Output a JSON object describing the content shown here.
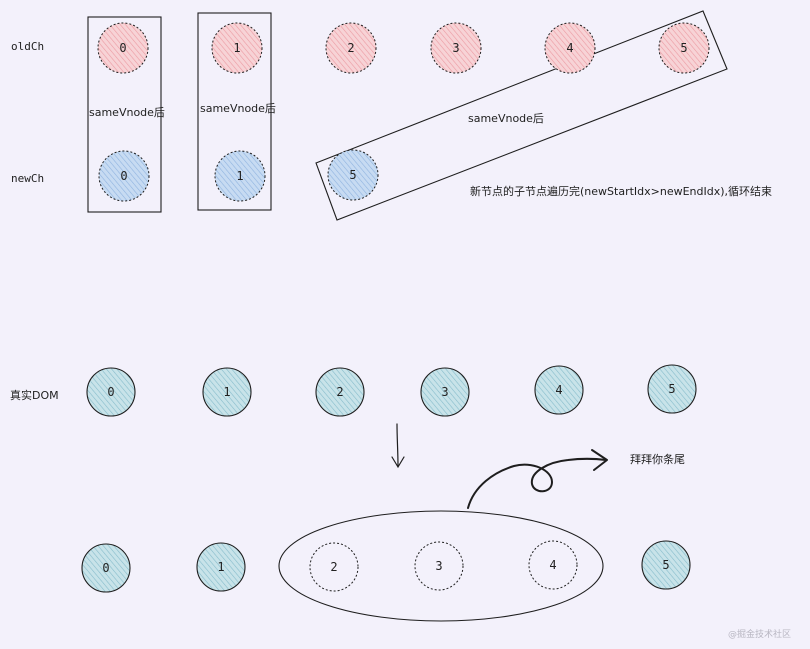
{
  "labels": {
    "old_ch": "oldCh",
    "new_ch": "newCh",
    "same_vnode_1": "sameVnode后",
    "same_vnode_2": "sameVnode后",
    "same_vnode_3": "sameVnode后",
    "loop_end_note": "新节点的子节点遍历完(newStartIdx>newEndIdx),循环结束",
    "real_dom": "真实DOM",
    "bye_tail": "拜拜你条尾",
    "watermark": "@掘金技术社区"
  },
  "old_nodes": [
    "0",
    "1",
    "2",
    "3",
    "4",
    "5"
  ],
  "new_nodes": [
    "0",
    "1",
    "5"
  ],
  "real_dom_nodes": [
    "0",
    "1",
    "2",
    "3",
    "4",
    "5"
  ],
  "result_nodes": [
    "0",
    "1",
    "2",
    "3",
    "4",
    "5"
  ],
  "colors": {
    "old_fill": "#f5c4c8",
    "new_fill": "#b7d0ee",
    "dom_fill": "#b9dce4",
    "stroke": "#1e1e1e",
    "background": "#f3f1fb"
  }
}
